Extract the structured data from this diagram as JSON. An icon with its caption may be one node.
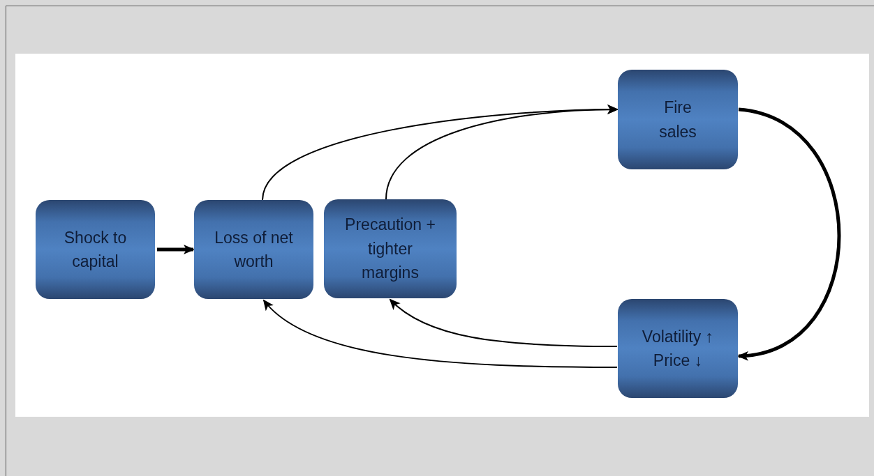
{
  "diagram": {
    "nodes": [
      {
        "text": [
          "Shock to capital"
        ]
      },
      {
        "text": [
          "Loss of net worth"
        ]
      },
      {
        "text": [
          "Precaution + tighter margins"
        ]
      },
      {
        "text": [
          "Fire sales"
        ]
      },
      {
        "text": [
          "Volatility ↑ Price ↓"
        ]
      }
    ],
    "edges": [
      {
        "from": 0,
        "to": 1,
        "arrow": "to",
        "style": "thick"
      },
      {
        "from": 1,
        "to": 3,
        "arrow": "to"
      },
      {
        "from": 2,
        "to": 3,
        "arrow": "to"
      },
      {
        "from": 3,
        "to": 4,
        "arrow": "to",
        "style": "thick"
      },
      {
        "from": 4,
        "to": 2,
        "arrow": "to"
      },
      {
        "from": 4,
        "to": 1,
        "arrow": "to"
      }
    ]
  }
}
